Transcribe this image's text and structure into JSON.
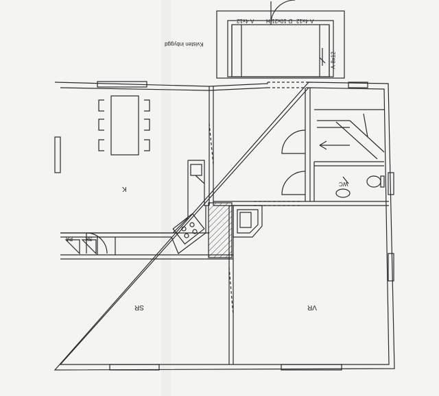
{
  "plan": {
    "top_note": "Kvisten inbyggd",
    "entrance_label_1": "A-4x12",
    "entrance_label_2": "D-10x21 H",
    "entrance_label_3": "A-4x12",
    "entrance_side_label": "A-8x12",
    "rooms": {
      "kitchen": "K",
      "bedroom": "SR",
      "living": "VR",
      "wc": "WC",
      "pa": "PA",
      "sk": "SK"
    }
  },
  "colors": {
    "paper": "#f4f4f3",
    "ink": "#2a2a2a",
    "hatch": "#333333"
  }
}
